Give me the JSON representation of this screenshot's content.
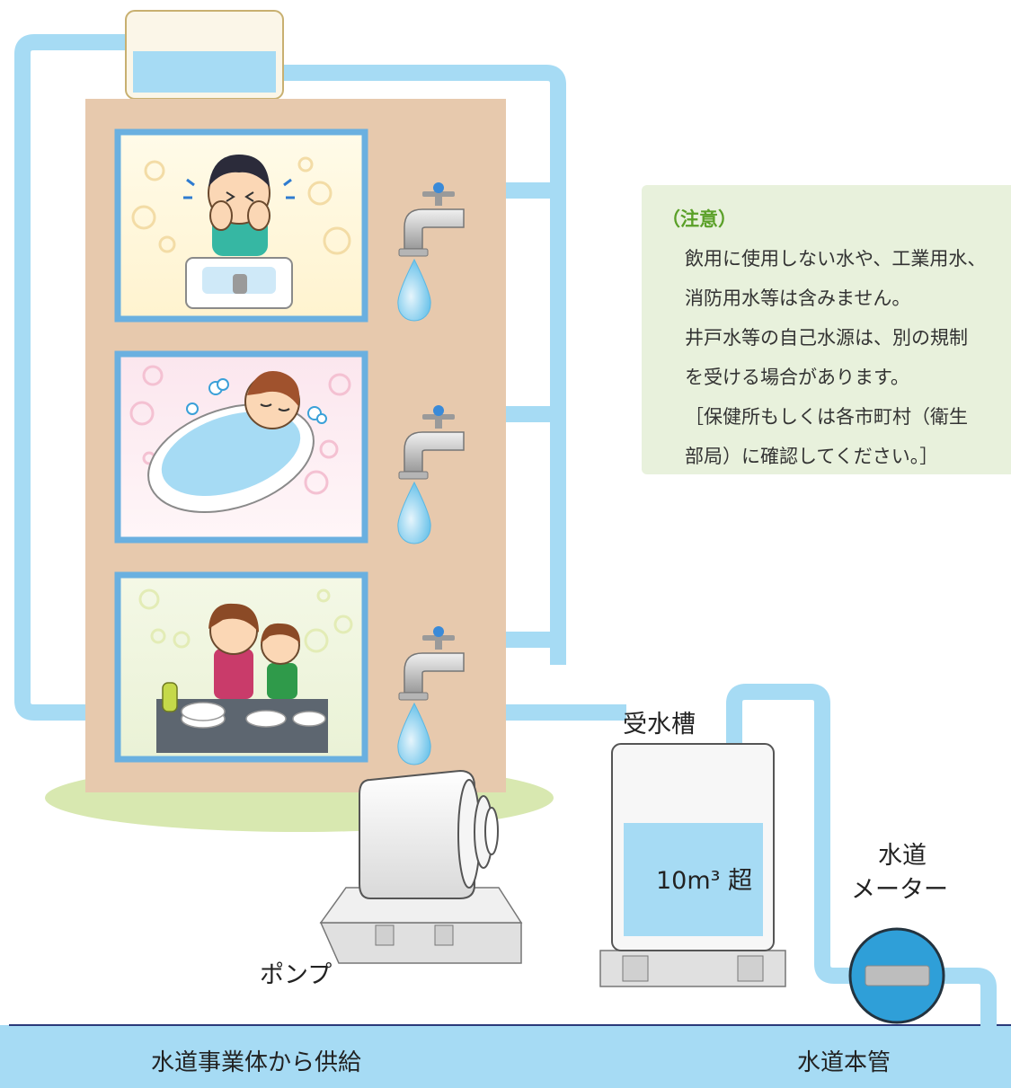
{
  "note": {
    "title": "（注意）",
    "lines": [
      "飲用に使用しない水や、工業用水、",
      "消防用水等は含みません。",
      "井戸水等の自己水源は、別の規制",
      "を受ける場合があります。",
      "［保健所もしくは各市町村（衛生",
      "部局）に確認してください。］"
    ]
  },
  "labels": {
    "receiving_tank": "受水槽",
    "tank_capacity": "10m³ 超",
    "pump": "ポンプ",
    "meter": "水道\nメーター",
    "meter_line1": "水道",
    "meter_line2": "メーター",
    "supply": "水道事業体から供給",
    "main_pipe": "水道本管"
  },
  "colors": {
    "pipe": "#a6dbf4",
    "water": "#a6dbf4",
    "building": "#e7c9ad",
    "lawn": "#d8e8b0",
    "note_bg": "#e8f1dc",
    "note_title": "#5aa028",
    "meter": "#2f9fd8"
  },
  "scenes": [
    {
      "name": "washing-face"
    },
    {
      "name": "bathing"
    },
    {
      "name": "washing-dishes"
    }
  ]
}
